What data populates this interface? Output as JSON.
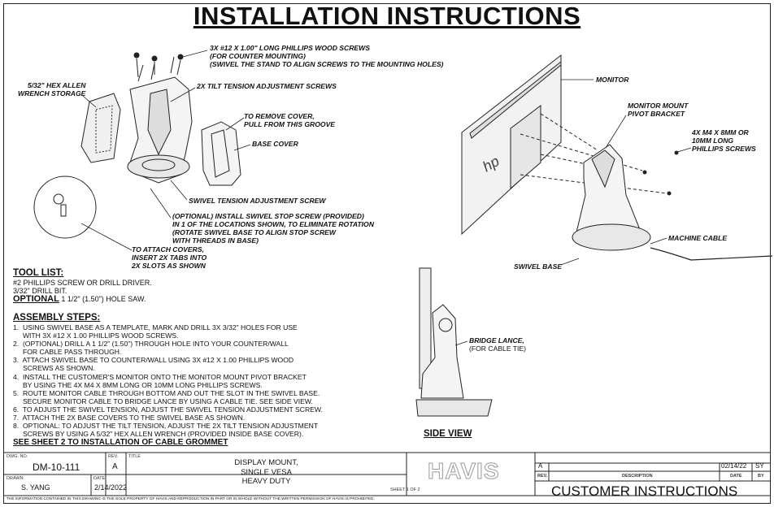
{
  "title": "INSTALLATION INSTRUCTIONS",
  "callouts": {
    "wood_screws": "3X #12 X 1.00\" LONG PHILLIPS WOOD SCREWS\n(FOR COUNTER MOUNTING)\n(SWIVEL THE STAND TO ALIGN SCREWS TO THE MOUNTING HOLES)",
    "hex_allen": "5/32\" HEX ALLEN\nWRENCH STORAGE",
    "tilt_screws": "2X TILT TENSION ADJUSTMENT SCREWS",
    "remove_cover": "TO REMOVE COVER,\nPULL FROM THIS GROOVE",
    "base_cover": "BASE COVER",
    "swivel_tension": "SWIVEL TENSION ADJUSTMENT SCREW",
    "stop_screw": "(OPTIONAL) INSTALL SWIVEL STOP SCREW (PROVIDED)\nIN 1 OF THE LOCATIONS SHOWN, TO ELIMINATE ROTATION\n(ROTATE SWIVEL BASE TO ALIGN STOP SCREW\nWITH THREADS IN BASE)",
    "attach_covers": "TO ATTACH COVERS,\nINSERT 2X TABS INTO\n2X SLOTS AS SHOWN",
    "monitor": "MONITOR",
    "pivot_bracket": "MONITOR MOUNT\nPIVOT BRACKET",
    "m4_screws": "4X M4 X 8MM OR\n10MM LONG\nPHILLIPS SCREWS",
    "machine_cable": "MACHINE CABLE",
    "swivel_base": "SWIVEL BASE",
    "bridge_lance": "BRIDGE LANCE,",
    "bridge_lance_sub": "(FOR CABLE TIE)"
  },
  "tool_list": {
    "heading": "TOOL LIST:",
    "items": [
      "#2 PHILLIPS SCREW OR DRILL DRIVER.",
      "3/32\" DRILL BIT."
    ],
    "optional_label": "OPTIONAL",
    "optional_item": "1 1/2\" (1.50\") HOLE SAW."
  },
  "assembly": {
    "heading": "ASSEMBLY STEPS:",
    "steps": [
      "1.  USING SWIVEL BASE AS A TEMPLATE, MARK AND DRILL 3X 3/32\" HOLES FOR USE",
      "     WITH 3X #12 X 1.00 PHILLIPS WOOD SCREWS.",
      "2.  (OPTIONAL) DRILL A 1 1/2\" (1.50\") THROUGH HOLE INTO YOUR COUNTER/WALL",
      "     FOR CABLE PASS THROUGH.",
      "3.  ATTACH SWIVEL BASE TO COUNTER/WALL USING 3X #12 X 1.00 PHILLIPS WOOD",
      "     SCREWS AS SHOWN.",
      "4.  INSTALL THE CUSTOMER'S MONITOR ONTO THE MONITOR MOUNT PIVOT BRACKET",
      "     BY USING THE 4X M4 X 8MM LONG OR 10MM LONG PHILLIPS SCREWS.",
      "5.  ROUTE MONITOR CABLE THROUGH BOTTOM AND OUT THE SLOT IN THE SWIVEL BASE.",
      "     SECURE MONITOR CABLE TO BRIDGE LANCE BY USING A CABLE TIE. SEE SIDE VIEW.",
      "6.  TO ADJUST THE SWIVEL TENSION, ADJUST THE SWIVEL TENSION ADJUSTMENT SCREW.",
      "7.  ATTACH THE 2X BASE COVERS TO THE SWIVEL BASE AS SHOWN.",
      "8.  OPTIONAL: TO ADJUST THE TILT TENSION, ADJUST THE 2X TILT TENSION ADJUSTMENT",
      "     SCREWS BY USING A 5/32\" HEX ALLEN WRENCH (PROVIDED INSIDE BASE COVER)."
    ],
    "see_sheet": "SEE SHEET 2 TO INSTALLATION OF CABLE GROMMET"
  },
  "side_view_label": "SIDE VIEW",
  "logo_text": "HAVIS",
  "title_block": {
    "dwg_no_label": "DWG. NO.",
    "dwg_no": "DM-10-111",
    "rev_label": "REV.",
    "rev": "A",
    "title_label": "TITLE",
    "title_lines": [
      "DISPLAY MOUNT,",
      "SINGLE VESA",
      "HEAVY DUTY"
    ],
    "drawn_label": "DRAWN",
    "drawn": "S. YANG",
    "date_label": "DATE",
    "date": "2/14/2022",
    "sheet": "SHEET 1 OF 2",
    "rev_row": {
      "rev": "A",
      "date": "02/14/22",
      "by": "SY"
    },
    "col_rev": "REV.",
    "col_description": "DESCRIPTION",
    "col_date": "DATE",
    "col_by": "BY",
    "customer_instructions": "CUSTOMER INSTRUCTIONS",
    "disclaimer": "THE INFORMATION CONTAINED IN THIS DRAWING IS THE SOLE PROPERTY OF HAVIS AND REPRODUCTION IN PART OR IN WHOLE WITHOUT THE WRITTEN PERMISSION OF HAVIS IS PROHIBITED."
  }
}
